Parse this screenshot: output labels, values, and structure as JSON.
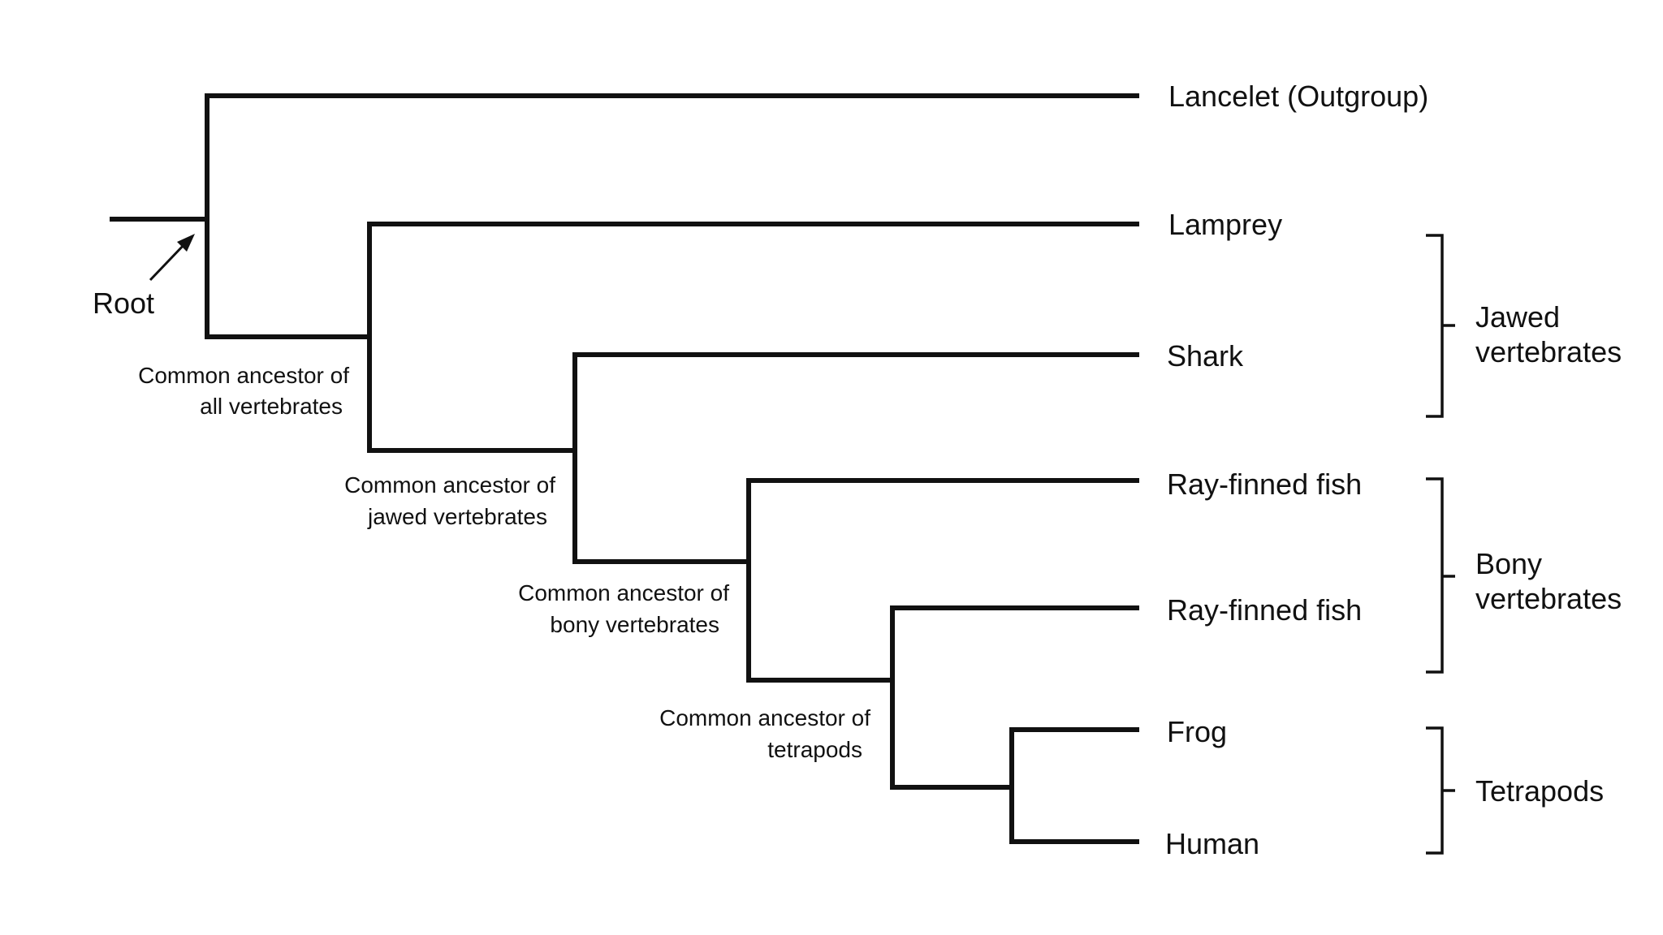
{
  "taxa": [
    {
      "label": "Lancelet (Outgroup)"
    },
    {
      "label": "Lamprey"
    },
    {
      "label": "Shark"
    },
    {
      "label": "Ray-finned fish"
    },
    {
      "label": "Ray-finned fish"
    },
    {
      "label": "Frog"
    },
    {
      "label": "Human"
    }
  ],
  "root": {
    "label": "Root"
  },
  "nodes": [
    {
      "line1": "Common ancestor of",
      "line2": "all vertebrates"
    },
    {
      "line1": "Common ancestor of",
      "line2": "jawed vertebrates"
    },
    {
      "line1": "Common ancestor of",
      "line2": "bony vertebrates"
    },
    {
      "line1": "Common ancestor of",
      "line2": "tetrapods"
    }
  ],
  "groups": [
    {
      "line1": "Jawed",
      "line2": "vertebrates"
    },
    {
      "line1": "Bony",
      "line2": "vertebrates"
    },
    {
      "line1": "Tetrapods"
    }
  ]
}
